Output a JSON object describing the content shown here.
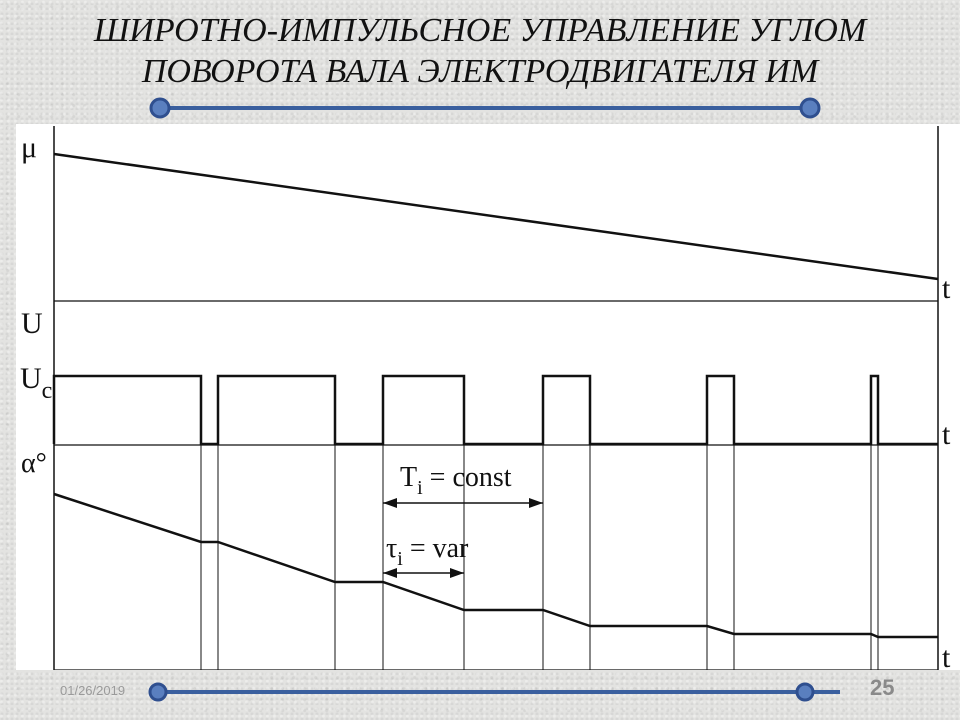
{
  "slide": {
    "title_line1": "ШИРОТНО-ИМПУЛЬСНОЕ УПРАВЛЕНИЕ УГЛОМ",
    "title_line2": "ПОВОРОТА ВАЛА ЭЛЕКТРОДВИГАТЕЛЯ ИМ",
    "date": "01/26/2019",
    "page_number": "25",
    "colors": {
      "rule_blue": "#3a5f9e",
      "knob_outer": "#5a7fbf",
      "knob_inner": "#2f4f8f",
      "ink": "#111111"
    }
  },
  "diagram": {
    "mu_label": "μ",
    "u_label": "U",
    "uc_label_main": "U",
    "uc_label_sub": "c",
    "alpha_label": "α°",
    "t_label": "t",
    "period_label": "T",
    "period_sub": "i",
    "period_value": " = const",
    "width_label": "τ",
    "width_sub": "i",
    "width_value": " = var",
    "pulse_count": 6
  }
}
